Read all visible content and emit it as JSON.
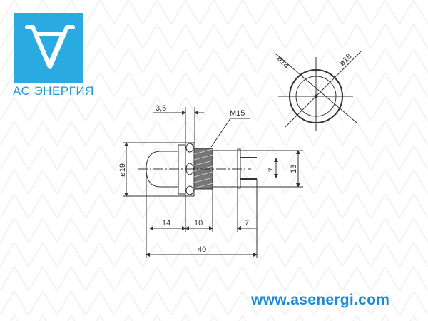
{
  "logo": {
    "text": "АС ЭНЕРГИЯ",
    "color": "#29abe2"
  },
  "website": "www.asenergi.com",
  "drawing": {
    "dimensions": {
      "flange_thickness": "3,5",
      "thread": "M15",
      "diameter_lens": "ø19",
      "length_lens": "14",
      "length_thread": "10",
      "length_pins": "7",
      "total_length": "40",
      "pin_spacing": "7",
      "body_height": "13",
      "diameter_inner": "ø14",
      "diameter_outer": "ø18"
    }
  }
}
